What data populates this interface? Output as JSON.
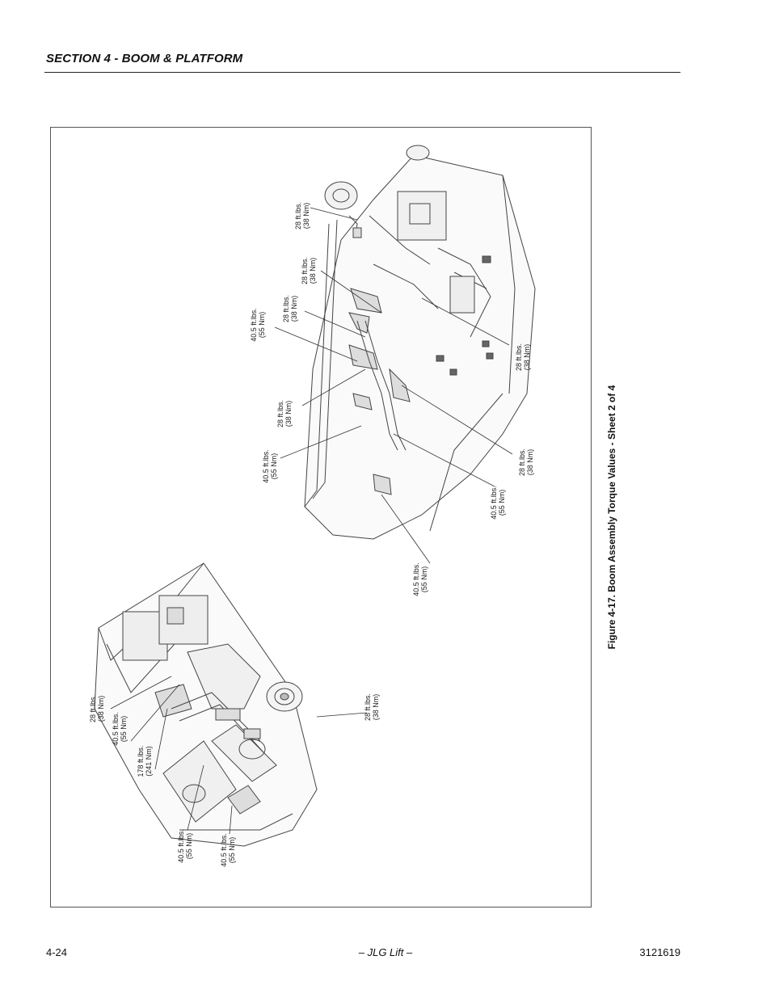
{
  "header": {
    "section": "SECTION 4 - BOOM & PLATFORM"
  },
  "figure": {
    "caption": "Figure 4-17.  Boom Assembly Torque Values - Sheet 2 of 4",
    "callouts": [
      {
        "id": "c1",
        "line1": "28 ft.lbs.",
        "line2": "(38 Nm)"
      },
      {
        "id": "c2",
        "line1": "28 ft.lbs.",
        "line2": "(38 Nm)"
      },
      {
        "id": "c3",
        "line1": "28 ft.lbs.",
        "line2": "(38 Nm)"
      },
      {
        "id": "c4",
        "line1": "40.5 ft.lbs.",
        "line2": "(55 Nm)"
      },
      {
        "id": "c5",
        "line1": "28 ft.lbs.",
        "line2": "(38 Nm)"
      },
      {
        "id": "c6",
        "line1": "28 ft.lbs.",
        "line2": "(38 Nm)"
      },
      {
        "id": "c7",
        "line1": "40.5 ft.lbs.",
        "line2": "(55 Nm)"
      },
      {
        "id": "c8",
        "line1": "28 ft.lbs.",
        "line2": "(38 Nm)"
      },
      {
        "id": "c9",
        "line1": "40.5 ft.lbs.",
        "line2": "(55 Nm)"
      },
      {
        "id": "c10",
        "line1": "40.5 ft.lbs.",
        "line2": "(55 Nm)"
      },
      {
        "id": "c11",
        "line1": "28 ft.lbs.",
        "line2": "(38 Nm)"
      },
      {
        "id": "c12",
        "line1": "40.5 ft.lbs.",
        "line2": "(55 Nm)"
      },
      {
        "id": "c13",
        "line1": "178 ft.lbs.",
        "line2": "(241 Nm)"
      },
      {
        "id": "c14",
        "line1": "28 ft.lbs.",
        "line2": "(38 Nm)"
      },
      {
        "id": "c15",
        "line1": "40.5 ft.lbs.",
        "line2": "(55 Nm)"
      },
      {
        "id": "c16",
        "line1": "40.5 ft.lbs.",
        "line2": "(55 Nm)"
      }
    ]
  },
  "footer": {
    "page": "4-24",
    "brand": "– JLG Lift –",
    "doc_number": "3121619"
  }
}
